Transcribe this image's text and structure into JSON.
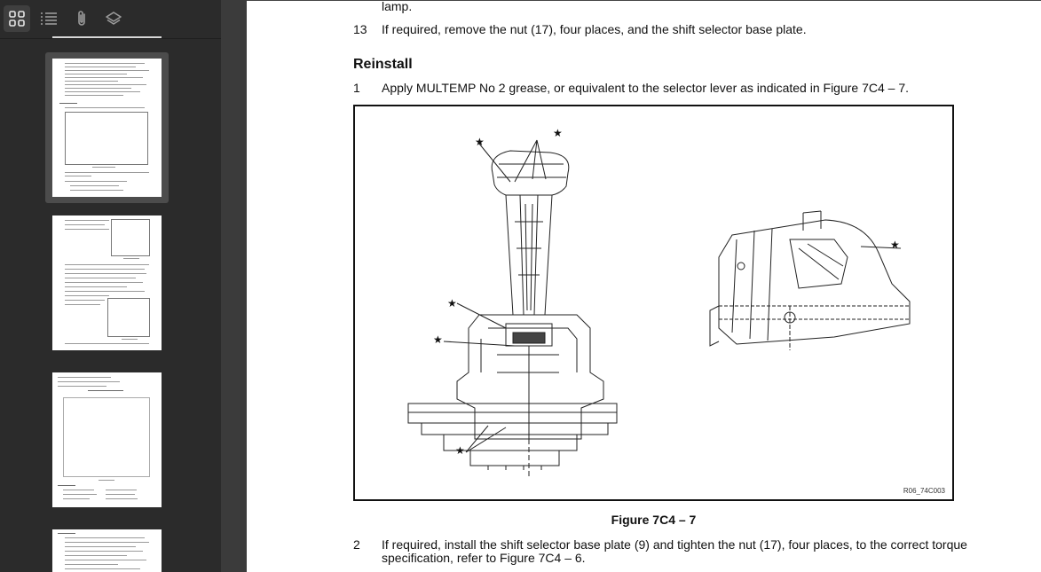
{
  "sidebar": {
    "tabs": [
      {
        "name": "thumbnails",
        "icon": "grid-icon",
        "active": true
      },
      {
        "name": "outline",
        "icon": "list-icon",
        "active": false
      },
      {
        "name": "attachments",
        "icon": "paperclip-icon",
        "active": false
      },
      {
        "name": "layers",
        "icon": "layers-icon",
        "active": false
      }
    ]
  },
  "document": {
    "prev_line_tail": "lamp.",
    "step13_num": "13",
    "step13_text": "If required, remove the nut (17), four places, and the shift selector base plate.",
    "section_heading": "Reinstall",
    "step1_num": "1",
    "step1_text": "Apply MULTEMP No 2 grease, or equivalent to the selector lever as indicated in Figure 7C4 – 7.",
    "figure_ref": "R06_74C003",
    "figure_caption": "Figure 7C4 – 7",
    "step2_num": "2",
    "step2_line1": "If required, install the shift selector base plate (9) and tighten the nut (17), four places, to the correct torque",
    "step2_line2": "specification, refer to Figure 7C4 – 6.",
    "star_glyph": "★"
  },
  "colors": {
    "sidebar_bg": "#2b2b2b",
    "viewer_bg": "#3b3b3b",
    "selected_thumb": "#4c4c4c"
  }
}
